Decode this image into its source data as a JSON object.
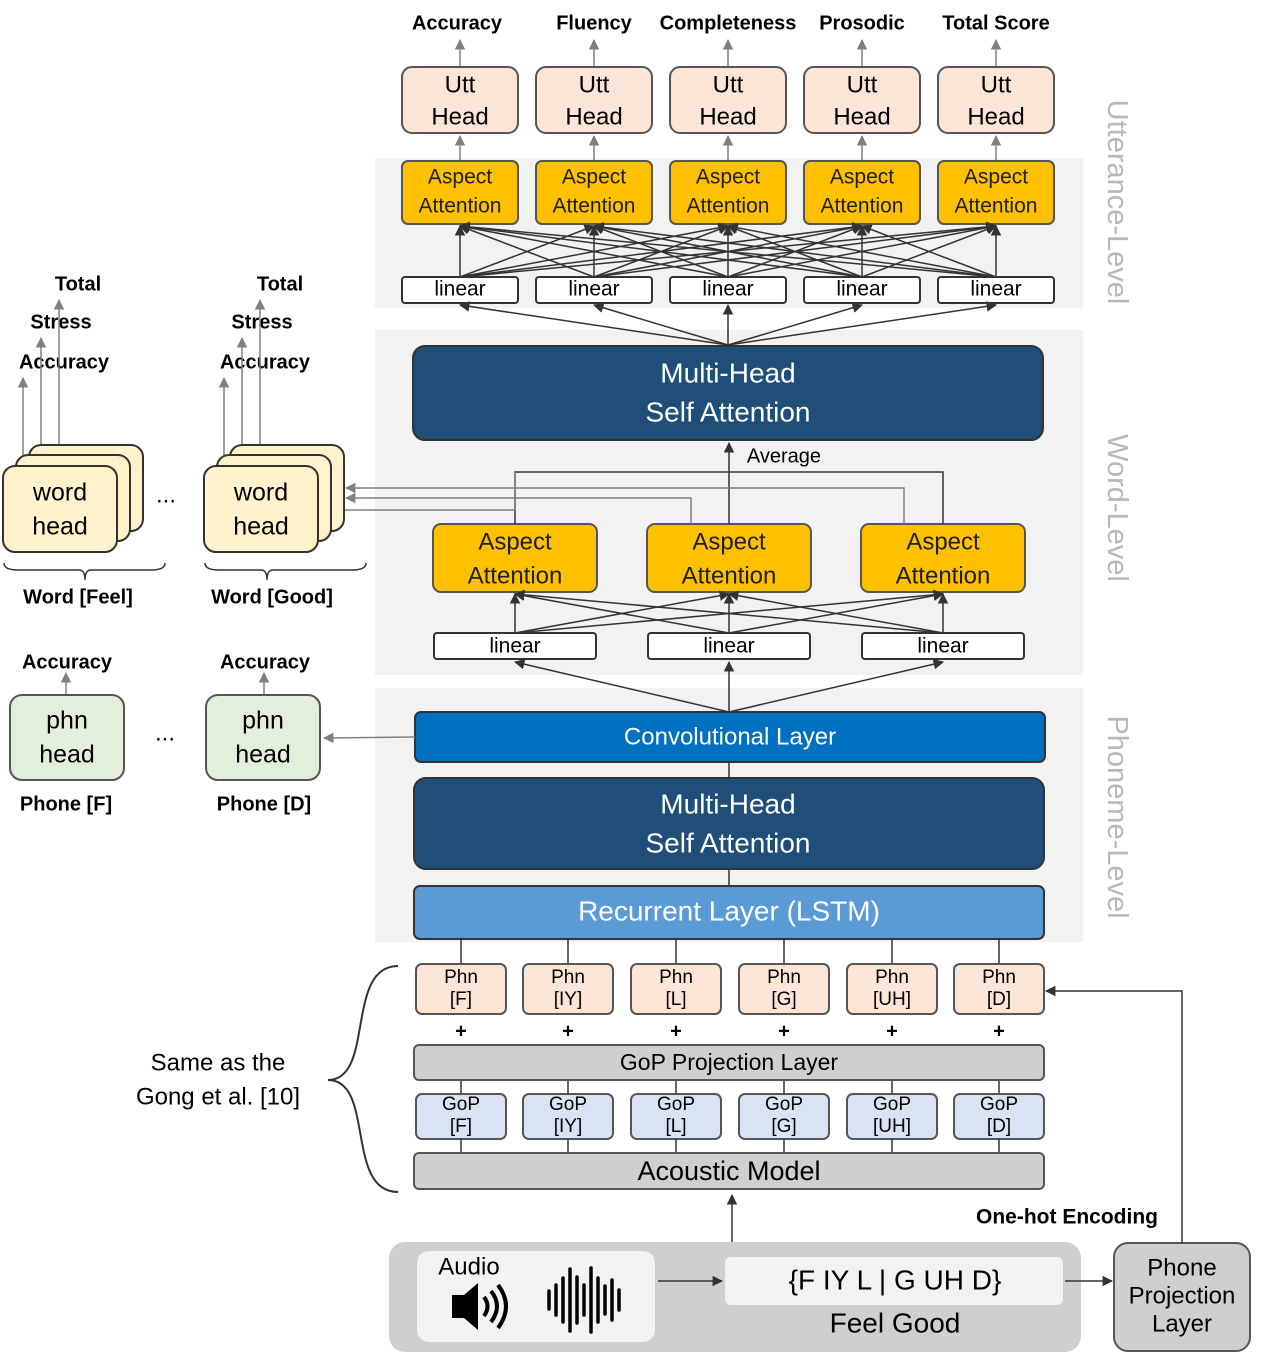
{
  "utterance": {
    "outputs": [
      "Accuracy",
      "Fluency",
      "Completeness",
      "Prosodic",
      "Total Score"
    ],
    "head_line1": "Utt",
    "head_line2": "Head",
    "attn_line1": "Aspect",
    "attn_line2": "Attention",
    "linear": "linear",
    "level_label": "Utterance-Level"
  },
  "word": {
    "mhsa_line1": "Multi-Head",
    "mhsa_line2": "Self Attention",
    "average": "Average",
    "attn_line1": "Aspect",
    "attn_line2": "Attention",
    "linear": "linear",
    "level_label": "Word-Level",
    "head_line1": "word",
    "head_line2": "head",
    "ellipsis": "...",
    "groups": [
      {
        "name": "Word [Feel]",
        "outputs": [
          "Total",
          "Stress",
          "Accuracy"
        ]
      },
      {
        "name": "Word [Good]",
        "outputs": [
          "Total",
          "Stress",
          "Accuracy"
        ]
      }
    ]
  },
  "phoneme": {
    "conv": "Convolutional Layer",
    "mhsa_line1": "Multi-Head",
    "mhsa_line2": "Self Attention",
    "lstm": "Recurrent Layer (LSTM)",
    "level_label": "Phoneme-Level",
    "head_line1": "phn",
    "head_line2": "head",
    "ellipsis": "...",
    "groups": [
      {
        "name": "Phone [F]",
        "output": "Accuracy"
      },
      {
        "name": "Phone [D]",
        "output": "Accuracy"
      }
    ]
  },
  "phones": [
    "[F]",
    "[IY]",
    "[L]",
    "[G]",
    "[UH]",
    "[D]"
  ],
  "phn_label": "Phn",
  "plus": "+",
  "gop_projection": "GoP Projection Layer",
  "gop_label": "GoP",
  "acoustic_model": "Acoustic Model",
  "same_as_line1": "Same as the",
  "same_as_line2": "Gong et al. [10]",
  "one_hot": "One-hot Encoding",
  "input": {
    "audio": "Audio",
    "transcript": "{F IY L | G UH D}",
    "sentence": "Feel Good"
  },
  "phone_projection": [
    "Phone",
    "Projection",
    "Layer"
  ],
  "colors": {
    "utt_head": "#fbe5d6",
    "aspect": "#ffc000",
    "dark_blue": "#1f4e79",
    "conv_blue": "#0070c0",
    "lstm_blue": "#5b9bd5",
    "phn": "#fbe5d6",
    "gop": "#dae3f3",
    "gray": "#d0cece",
    "word_head": "#fff2cc",
    "phn_head": "#e2efda",
    "panel": "#f2f2f2"
  }
}
